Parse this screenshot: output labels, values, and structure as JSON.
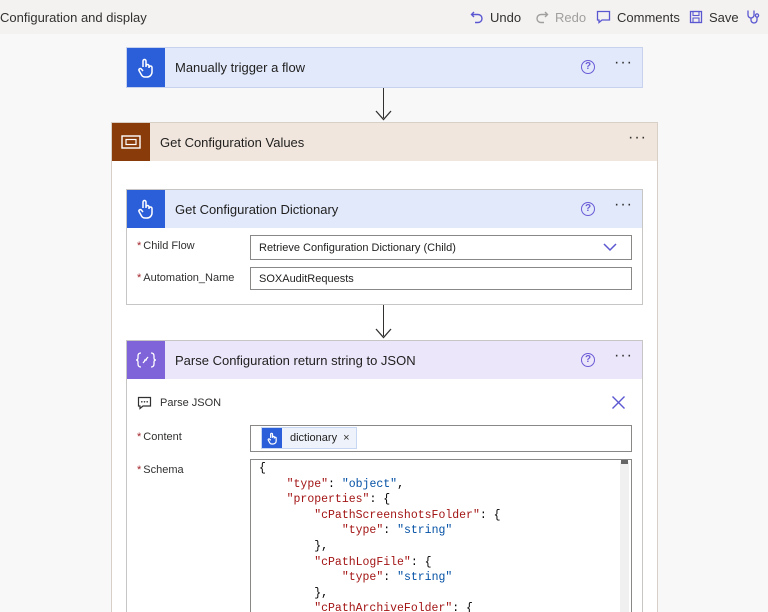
{
  "topbar": {
    "title": "Configuration and display",
    "undo": "Undo",
    "redo": "Redo",
    "comments": "Comments",
    "save": "Save"
  },
  "colors": {
    "trigger": "#2b5fd9",
    "scope": "#8a3b0a",
    "scope_header_bg": "#f0e6dd",
    "parse": "#7f63d8",
    "parse_header_bg": "#ece6fb",
    "trigger_header_bg": "#e1e9fb"
  },
  "trigger_card": {
    "title": "Manually trigger a flow",
    "icon": "touch-icon"
  },
  "scope_card": {
    "title": "Get Configuration Values",
    "icon": "scope-icon"
  },
  "child_card": {
    "title": "Get Configuration Dictionary",
    "icon": "touch-icon",
    "fields": {
      "child_flow_label": "Child Flow",
      "child_flow_value": "Retrieve Configuration Dictionary (Child)",
      "automation_label": "Automation_Name",
      "automation_value": "SOXAuditRequests"
    }
  },
  "parse_card": {
    "title": "Parse Configuration return string to JSON",
    "icon": "curly-braces-icon",
    "subheader": "Parse JSON",
    "content_label": "Content",
    "token_label": "dictionary",
    "schema_label": "Schema",
    "schema_lines": [
      "{",
      "    \"type\": \"object\",",
      "    \"properties\": {",
      "        \"cPathScreenshotsFolder\": {",
      "            \"type\": \"string\"",
      "        },",
      "        \"cPathLogFile\": {",
      "            \"type\": \"string\"",
      "        },",
      "        \"cPathArchiveFolder\": {"
    ]
  }
}
